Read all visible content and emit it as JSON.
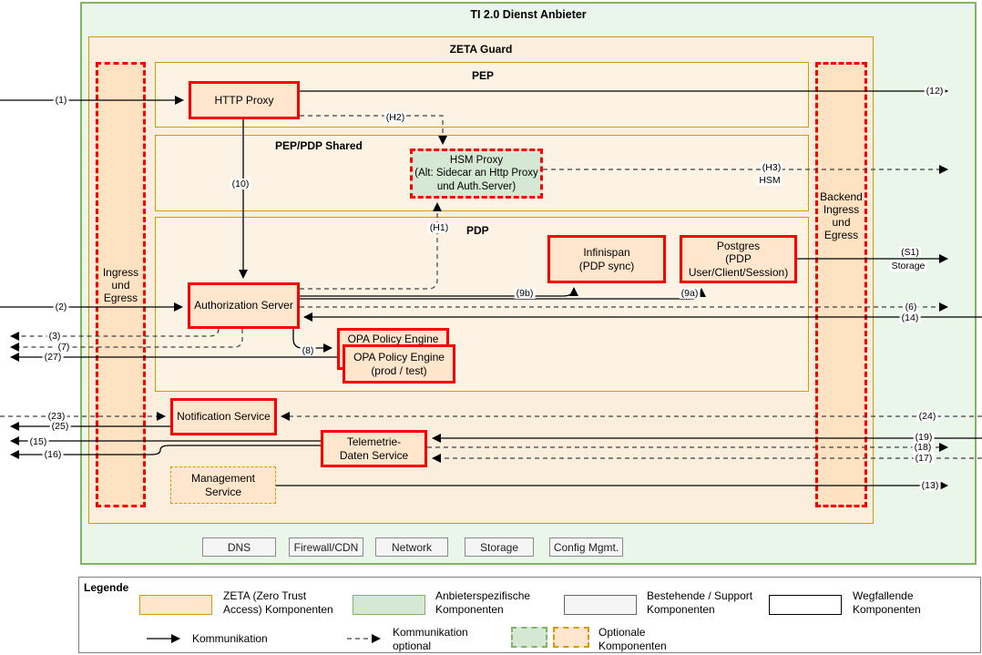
{
  "titles": {
    "outer": "TI 2.0 Dienst Anbieter",
    "guard": "ZETA Guard",
    "pep": "PEP",
    "shared": "PEP/PDP Shared",
    "pdp": "PDP",
    "ingress": "Ingress\nund\nEgress",
    "backend": "Backend\nIngress\nund\nEgress"
  },
  "components": {
    "http_proxy": "HTTP Proxy",
    "hsm_proxy": "HSM Proxy\n(Alt: Sidecar an Http Proxy\nund Auth.Server)",
    "auth_server": "Authorization Server",
    "infinispan": "Infinispan\n(PDP sync)",
    "postgres": "Postgres\n(PDP\nUser/Client/Session)",
    "opa_back": "OPA Policy Engine",
    "opa_front": "OPA Policy Engine\n(prod / test)",
    "notification": "Notification Service",
    "telemetry": "Telemetrie-\nDaten Service",
    "management": "Management\nService"
  },
  "support": [
    "DNS",
    "Firewall/CDN",
    "Network",
    "Storage",
    "Config Mgmt."
  ],
  "connectors": {
    "c1": "(1)",
    "c2": "(2)",
    "c3": "(3)",
    "c6": "(6)",
    "c7": "(7)",
    "c8": "(8)",
    "c9a": "(9a)",
    "c9b": "(9b)",
    "c10": "(10)",
    "c12": "(12)",
    "c13": "(13)",
    "c14": "(14)",
    "c15": "(15)",
    "c16": "(16)",
    "c17": "(17)",
    "c18": "(18)",
    "c19": "(19)",
    "c23": "(23)",
    "c24": "(24)",
    "c25": "(25)",
    "c27": "(27)",
    "h1": "(H1)",
    "h2": "(H2)",
    "h3": "(H3)",
    "h3_sub": "HSM",
    "s1": "(S1)",
    "s1_sub": "Storage"
  },
  "legend": {
    "title": "Legende",
    "zeta": "ZETA (Zero Trust\nAccess) Komponenten",
    "anbieter": "Anbieterspezifische\nKomponenten",
    "support": "Bestehende / Support\nKomponenten",
    "wegfallend": "Wegfallende\nKomponenten",
    "komm": "Kommunikation",
    "komm_opt": "Kommunikation\noptional",
    "optional": "Optionale\nKomponenten"
  },
  "colors": {
    "zeta_fill": "#ffe6cc",
    "zeta_border": "#d79b00",
    "guard_fill": "#fbeedd",
    "section_fill": "#fdf3e5",
    "gate_fill": "#ffe2c2",
    "green_fill": "#d5e8d4",
    "green_border": "#82b366",
    "outer_fill": "#ebf6ea",
    "support_fill": "#f5f5f5",
    "support_border": "#8a8a8a",
    "red": "#ff0000"
  }
}
